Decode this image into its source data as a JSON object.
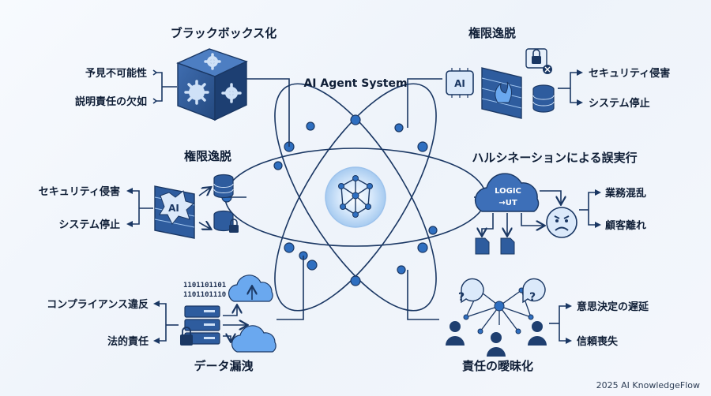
{
  "center": {
    "label": "AI Agent System"
  },
  "nodes": {
    "blackbox": {
      "title": "ブラックボックス化",
      "items": [
        "予見不可能性",
        "説明責任の欠如"
      ],
      "icon": "gear-cube-icon"
    },
    "privilege_top": {
      "title": "権限逸脱",
      "items": [
        "セキュリティ侵害",
        "システム停止"
      ],
      "icon_label": "AI",
      "icon": "ai-firewall-icon"
    },
    "privilege_left": {
      "title": "権限逸脱",
      "items": [
        "セキュリティ侵害",
        "システム停止"
      ],
      "icon_label": "AI",
      "icon": "ai-firewall-icon"
    },
    "hallucination": {
      "title": "ハルシネーションによる誤実行",
      "items": [
        "業務混乱",
        "顧客離れ"
      ],
      "cloud_text": [
        "LOGIC",
        "→UT"
      ],
      "icon": "cloud-logic-icon"
    },
    "data_leak": {
      "title": "データ漏洩",
      "items": [
        "コンプライアンス違反",
        "法的責任"
      ],
      "binary": [
        "1101101101",
        "1101101110"
      ],
      "icon": "server-cloud-icon"
    },
    "responsibility": {
      "title": "責任の曖昧化",
      "items": [
        "意思決定の遅延",
        "信頼喪失"
      ],
      "icon": "people-network-icon"
    }
  },
  "footer": {
    "credit": "2025 AI KnowledgeFlow"
  },
  "colors": {
    "navy": "#1a3763",
    "blue": "#2f6fc0",
    "light_blue": "#9fc4ee",
    "brick": "#2e5c9e",
    "flame": "#3d7fd6"
  }
}
